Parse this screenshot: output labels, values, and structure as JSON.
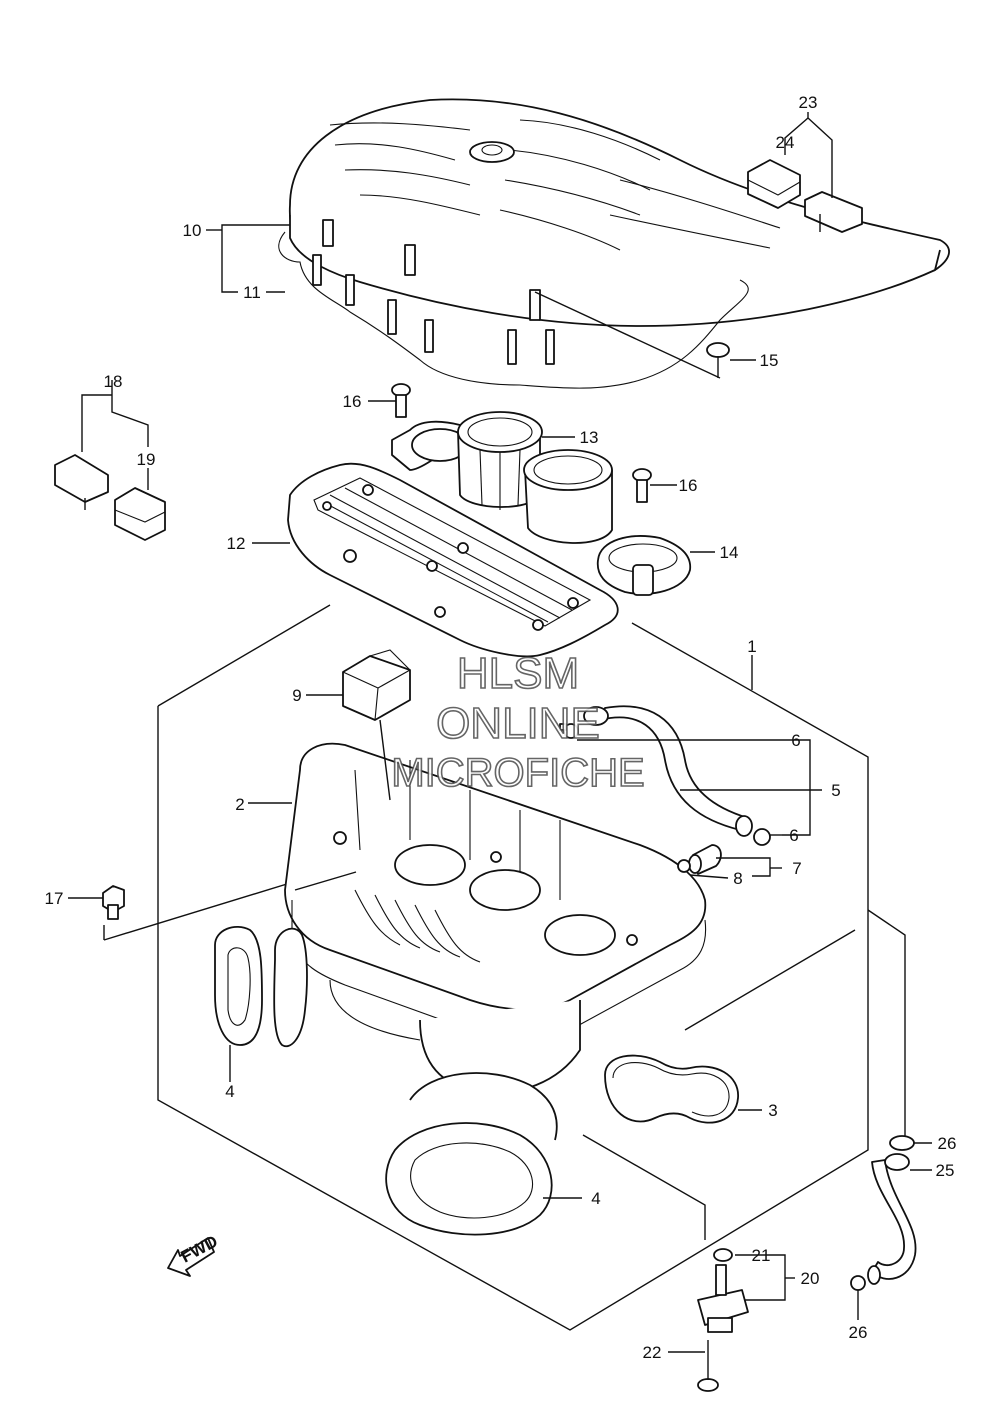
{
  "watermark": {
    "line1": "HLSM",
    "line2": "ONLINE",
    "line3": "MICROFICHE"
  },
  "fwd_label": "FWD",
  "callouts": {
    "c1": "1",
    "c2": "2",
    "c3": "3",
    "c4a": "4",
    "c4b": "4",
    "c5": "5",
    "c6a": "6",
    "c6b": "6",
    "c7": "7",
    "c8": "8",
    "c9": "9",
    "c10": "10",
    "c11": "11",
    "c12": "12",
    "c13": "13",
    "c14": "14",
    "c15": "15",
    "c16a": "16",
    "c16b": "16",
    "c17": "17",
    "c18": "18",
    "c19": "19",
    "c20": "20",
    "c21": "21",
    "c22": "22",
    "c23": "23",
    "c24": "24",
    "c25": "25",
    "c26a": "26",
    "c26b": "26"
  }
}
